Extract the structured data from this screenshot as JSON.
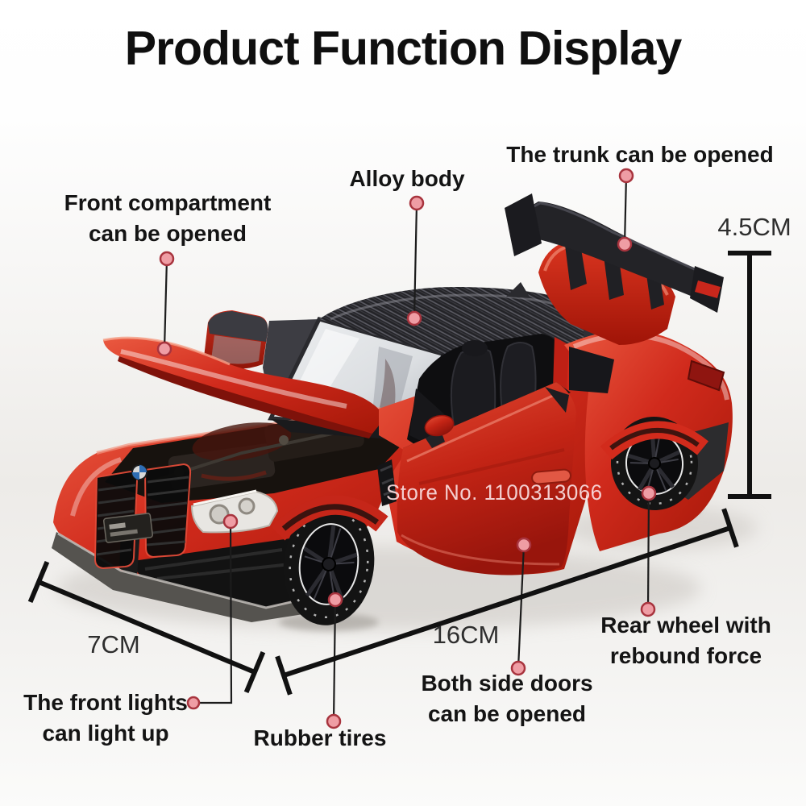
{
  "title": "Product Function Display",
  "watermark": "Store No. 1100313066",
  "annotations": {
    "front_compartment": {
      "line1": "Front compartment",
      "line2": "can be opened"
    },
    "alloy_body": {
      "text": "Alloy body"
    },
    "trunk": {
      "text": "The trunk can be opened"
    },
    "front_lights": {
      "line1": "The front lights",
      "line2": "can light up"
    },
    "rubber_tires": {
      "text": "Rubber tires"
    },
    "both_side_doors": {
      "line1": "Both side doors",
      "line2": "can be opened"
    },
    "rear_wheel": {
      "line1": "Rear wheel with",
      "line2": "rebound force"
    }
  },
  "measurements": {
    "height": "4.5CM",
    "front_width": "7CM",
    "length": "16CM"
  },
  "colors": {
    "car_red": "#d02a1c",
    "car_red_highlight": "#e9543e",
    "car_red_shadow": "#a61809",
    "carbon_roof": "#232327",
    "wing_black": "#222226",
    "leader_dot_fill": "#ef9da4",
    "leader_dot_ring": "#a8343e",
    "leader_line": "#1c1c1c",
    "measure_line": "#111111",
    "label_text": "#141414",
    "measure_text": "#2e2e2e",
    "watermark_text": "#f8dddf",
    "background": "#f3f2f0"
  }
}
